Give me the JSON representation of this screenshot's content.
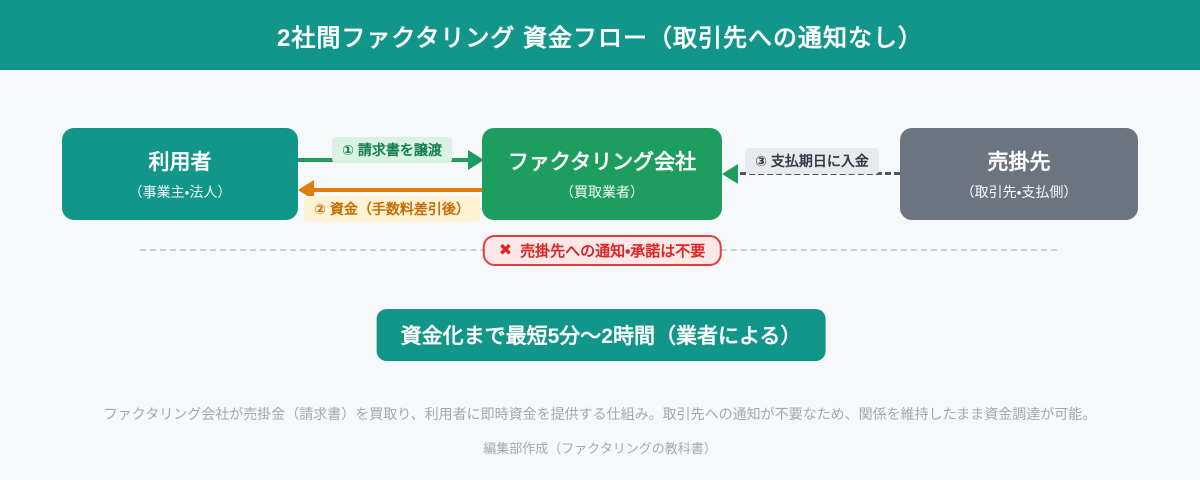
{
  "header": {
    "title": "2社間ファクタリング 資金フロー（取引先への通知なし）"
  },
  "boxes": [
    {
      "id": "user",
      "title": "利用者",
      "subtitle": "（事業主・法人）",
      "bg": "#12968a"
    },
    {
      "id": "factoring",
      "title": "ファクタリング会社",
      "subtitle": "（買取業者）",
      "bg": "#1e9e5e"
    },
    {
      "id": "debtor",
      "title": "売掛先",
      "subtitle": "（取引先・支払側）",
      "bg": "#6c7480"
    }
  ],
  "flows": [
    {
      "step": 1,
      "label": "① 請求書を譲渡",
      "from": "利用者",
      "to": "ファクタリング会社",
      "style": "solid",
      "color": "#1e9e5e",
      "label_bg": "#d9f2e3",
      "label_color": "#157f50"
    },
    {
      "step": 2,
      "label": "② 資金（手数料差引後）",
      "from": "ファクタリング会社",
      "to": "利用者",
      "style": "solid",
      "color": "#e07c08",
      "label_bg": "#fcf3d4",
      "label_color": "#c86d04"
    },
    {
      "step": 3,
      "label": "③ 支払期日に入金",
      "from": "売掛先",
      "to": "ファクタリング会社",
      "style": "dashed",
      "color": "#4d5663",
      "label_bg": "#e8eaee",
      "label_color": "#333b49"
    }
  ],
  "notice": {
    "icon": "✖",
    "text": "売掛先への通知・承諾は不要",
    "color": "#dc2626",
    "bg": "#fde8e8",
    "border": "#e23c3c"
  },
  "highlight": {
    "text": "資金化まで最短5分〜2時間（業者による）",
    "bg": "#12968a"
  },
  "footer": {
    "description": "ファクタリング会社が売掛金（請求書）を買取り、利用者に即時資金を提供する仕組み。取引先への通知が不要なため、関係を維持したまま資金調達が可能。",
    "credit": "編集部作成（ファクタリングの教科書）"
  },
  "colors": {
    "page_bg": "#f7f8fa",
    "teal": "#12968a",
    "green": "#1e9e5e",
    "gray": "#6c7480",
    "orange": "#e07c08",
    "red": "#dc2626",
    "dash_gray": "#ccd1d9",
    "footer_text": "#a2a8b3"
  }
}
